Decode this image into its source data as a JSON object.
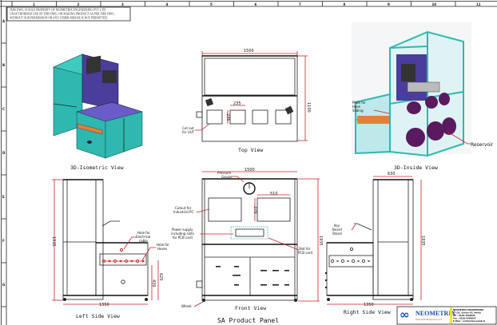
{
  "border": {
    "columns": [
      "1",
      "2",
      "3",
      "4",
      "5",
      "6",
      "7",
      "8",
      "9",
      "10",
      "11"
    ],
    "rows": [
      "A",
      "B",
      "C",
      "D",
      "E",
      "F",
      "G"
    ]
  },
  "notice": {
    "line1": "THIS DWG. IS SOLE PROPERTY OF NEOMETRIX ENGINEERING PVT. LTD.",
    "line2": "UNAUTHORISED USE OF THIS DWG. OR MAKING PRODUCT AS PER THIS DWG.",
    "line3": "WITHOUT OUR PERMISSION OR ANY OTHER MISUSE IS NOT PERMITTED."
  },
  "views": {
    "isometric": {
      "label": "3D-Isometric View"
    },
    "top": {
      "label": "Top View",
      "width_dim": "1500",
      "depth_dim": "1100",
      "cutout_w": "235",
      "cutout_h": "235",
      "callout_cutout": [
        "Cut out",
        "for UUT"
      ]
    },
    "inside": {
      "label": "3D-Inside View",
      "callout_plate": [
        "Plate for",
        "Hose",
        "Sliding"
      ],
      "callout_reservoir": "Reservoir"
    },
    "left": {
      "label": "Left Side View",
      "height_dim": "1935",
      "depth_dim": "1350",
      "dim_small1": "430",
      "dim_small2": "620",
      "callout_cable": [
        "Hole for",
        "Electrical",
        "cable"
      ],
      "callout_hoses": [
        "Hole for",
        "Hoses"
      ]
    },
    "front": {
      "label": "Front View",
      "width_dim": "1500",
      "height_dim": "1935",
      "pc_w": "510",
      "pc_h": "370",
      "callout_gauge": [
        "Pressure",
        "Gauge"
      ],
      "callout_pc": [
        "Cutout for",
        "Industrial PC"
      ],
      "callout_power": [
        "Power supply",
        "including slots",
        "for PCB card"
      ],
      "callout_slot": [
        "Slot for",
        "PCB card"
      ],
      "callout_wheel": "Wheel"
    },
    "right": {
      "label": "Right Side View",
      "width_dim": "630",
      "height_dim": "1935",
      "depth_dim": "1350",
      "callout_keyboard": [
        "Key",
        "Board",
        "Stand"
      ]
    }
  },
  "sheet_title": "SA Product Panel",
  "title_block": {
    "company": "NEOMETRIX",
    "website": "www.neometrixgroup.com",
    "info": [
      "NEOMETRIX ENGINEERING",
      "C-126, Sector-63, Noida",
      "Tel : 0120-4566666",
      "Fax : 0120-4566667",
      "E-Mail : contact@neometrix"
    ]
  },
  "colors": {
    "frame_cyan": "#2fb8b0",
    "panel_purple": "#4b3d9c",
    "orange": "#e2803a",
    "dimension_red": "#d0202a",
    "reservoir": "#5a1a5e"
  }
}
